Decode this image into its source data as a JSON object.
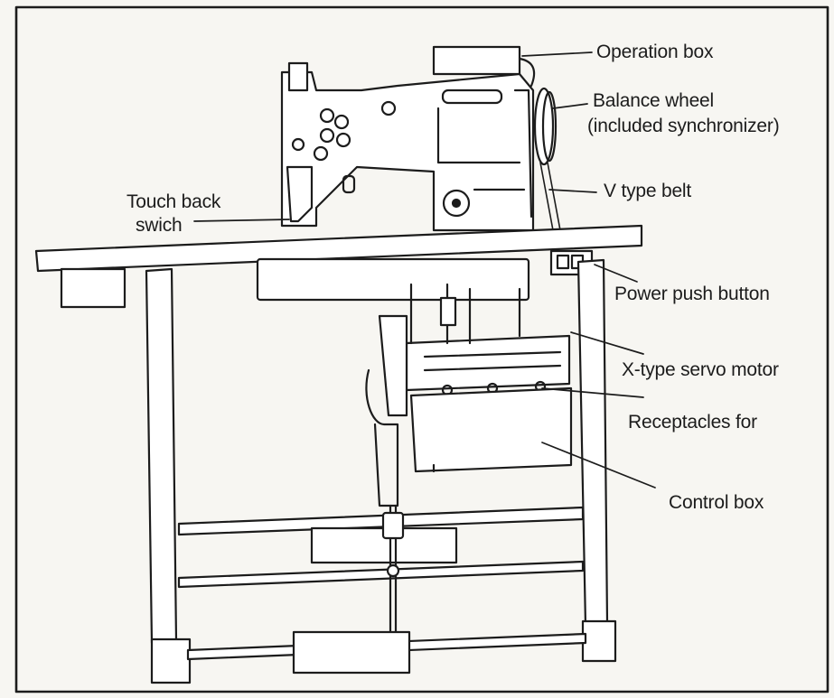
{
  "labels": {
    "operation_box": "Operation box",
    "balance_wheel_line1": "Balance wheel",
    "balance_wheel_line2": "(included synchronizer)",
    "v_type_belt": "V type belt",
    "touch_back_line1": "Touch back",
    "touch_back_line2": "swich",
    "power_push_button": "Power push button",
    "x_type_servo_motor": "X-type servo motor",
    "receptacles_for": "Receptacles for",
    "control_box": "Control box"
  },
  "colors": {
    "ink": "#1c1c1c",
    "paper": "#f7f6f2"
  }
}
